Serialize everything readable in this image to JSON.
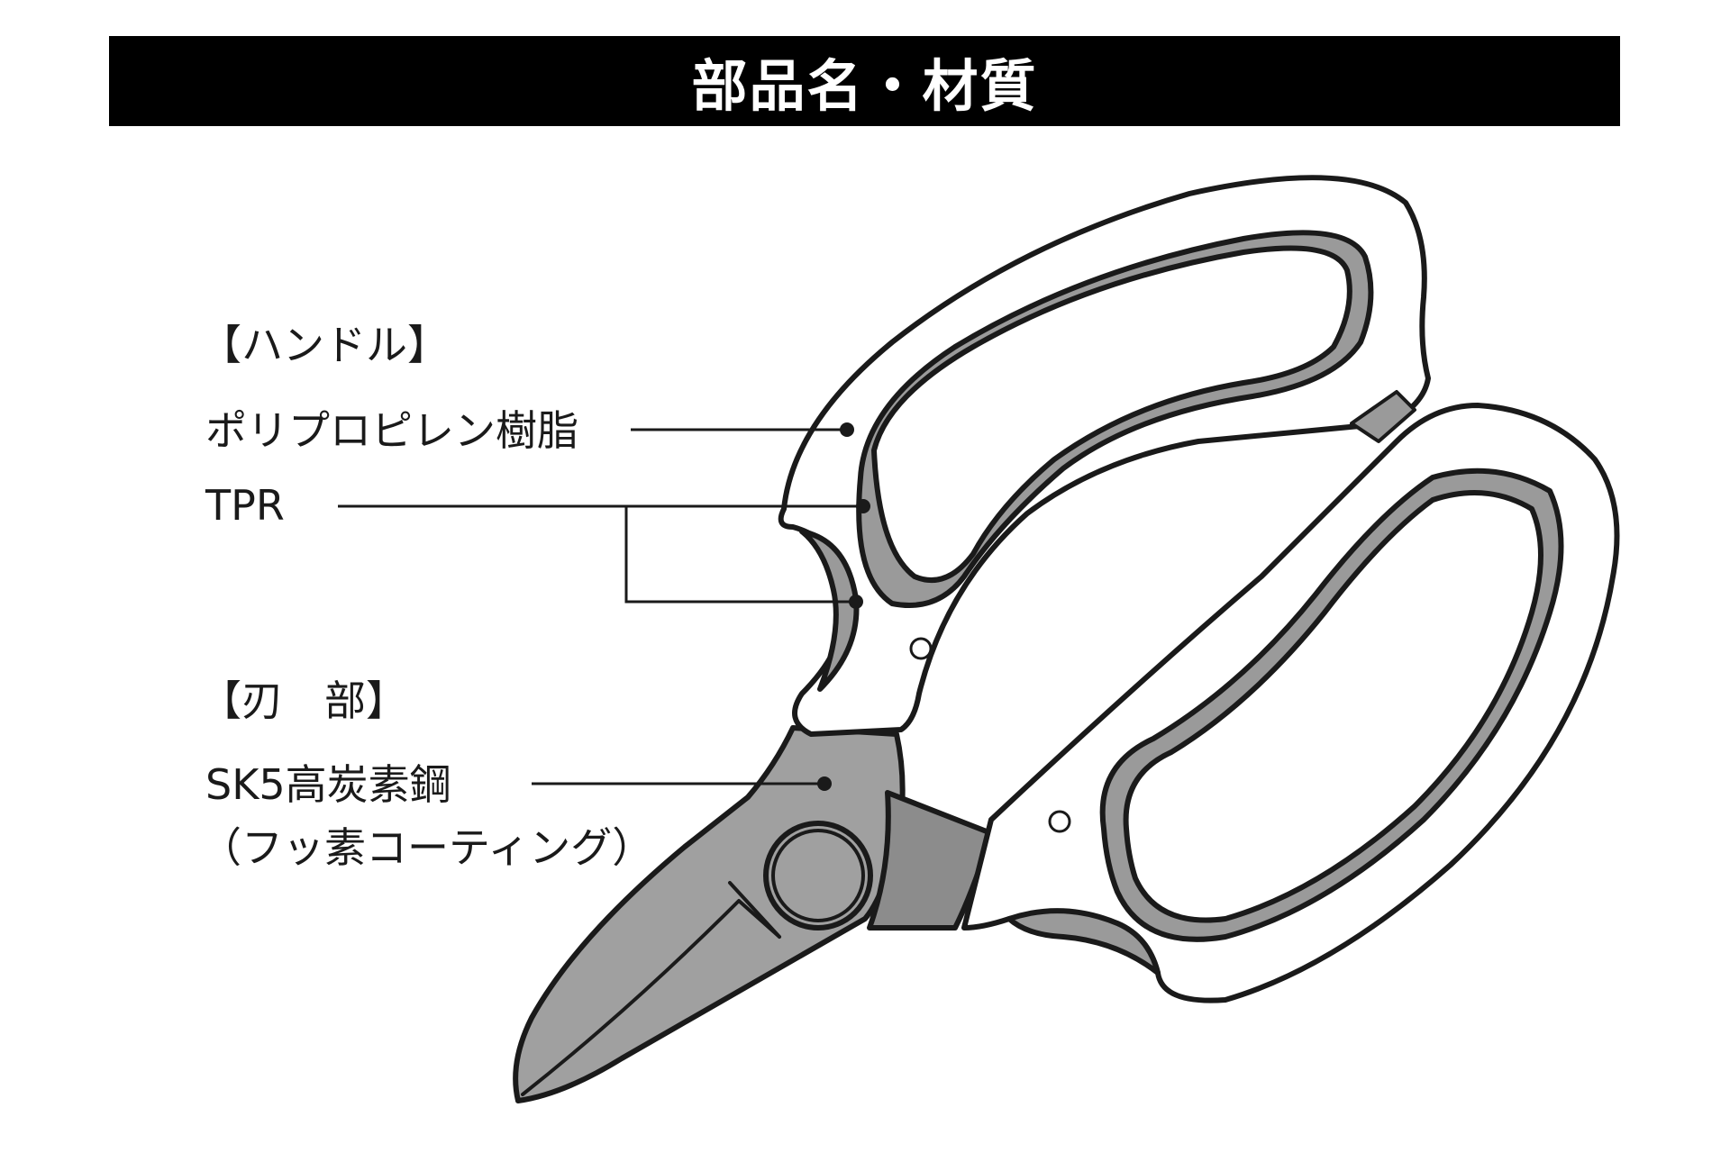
{
  "header": {
    "title": "部品名・材質"
  },
  "labels": {
    "handle_heading": "【ハンドル】",
    "handle_material": "ポリプロピレン樹脂",
    "grip_material": "TPR",
    "blade_heading": "【刃　部】",
    "blade_material": "SK5高炭素鋼",
    "blade_coating": "（フッ素コーティング）"
  },
  "colors": {
    "title_background": "#000000",
    "title_text": "#ffffff",
    "outline": "#1a1a1a",
    "grip_gray": "#9a9a9a",
    "blade_gray": "#a0a0a0",
    "handle_white": "#ffffff"
  }
}
